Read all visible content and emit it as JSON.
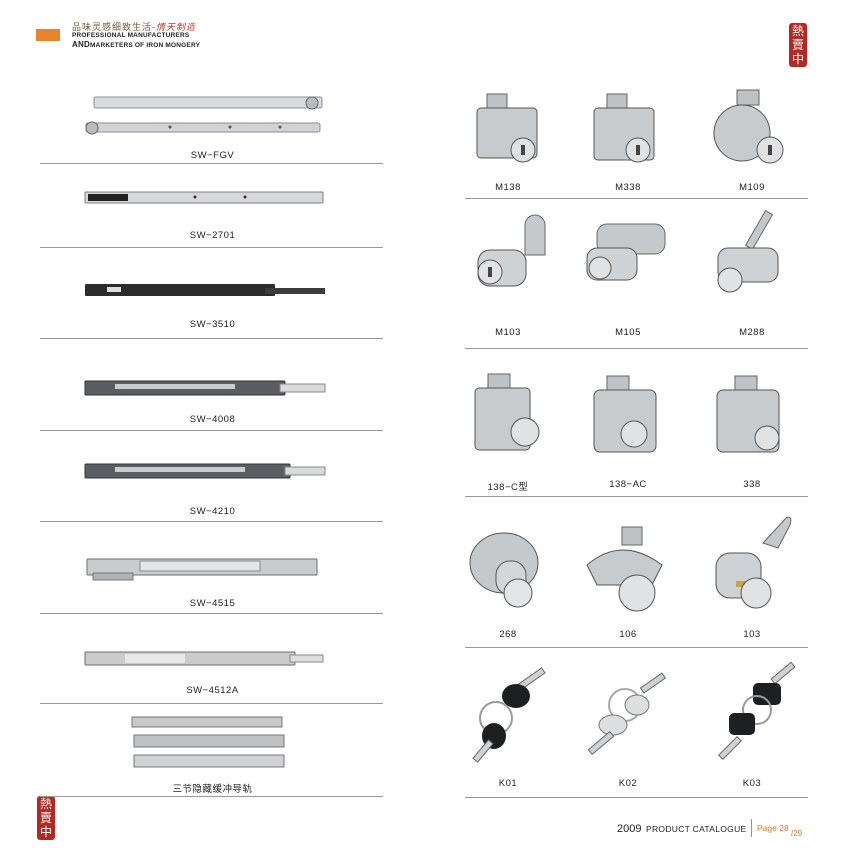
{
  "header": {
    "tagline": "品味灵感细致生活",
    "tagline_script": "-情天制造",
    "manufacturer_line1": "PROFESSIONAL MANUFACTURERS",
    "manufacturer_line2_prefix": "AND",
    "manufacturer_line2": "MARKETERS OF IRON MONGERY",
    "seal_chars": [
      "熱",
      "賣",
      "中"
    ]
  },
  "slides": [
    {
      "label": "SW−FGV"
    },
    {
      "label": "SW−2701"
    },
    {
      "label": "SW−3510"
    },
    {
      "label": "SW−4008"
    },
    {
      "label": "SW−4210"
    },
    {
      "label": "SW−4515"
    },
    {
      "label": "SW−4512A"
    },
    {
      "label": "三节隐藏缓冲导轨"
    }
  ],
  "locks": [
    {
      "label": "M138"
    },
    {
      "label": "M338"
    },
    {
      "label": "M109"
    },
    {
      "label": "M103"
    },
    {
      "label": "M105"
    },
    {
      "label": "M288"
    },
    {
      "label": "138−C型"
    },
    {
      "label": "138−AC"
    },
    {
      "label": "338"
    },
    {
      "label": "268"
    },
    {
      "label": "106"
    },
    {
      "label": "103"
    },
    {
      "label": "K01"
    },
    {
      "label": "K02"
    },
    {
      "label": "K03"
    }
  ],
  "footer": {
    "year": "2009",
    "catalogue": "PRODUCT CATALOGUE",
    "page": "Page 28",
    "page2": "/29"
  },
  "colors": {
    "accent": "#e8852b",
    "seal": "#b32a25"
  }
}
